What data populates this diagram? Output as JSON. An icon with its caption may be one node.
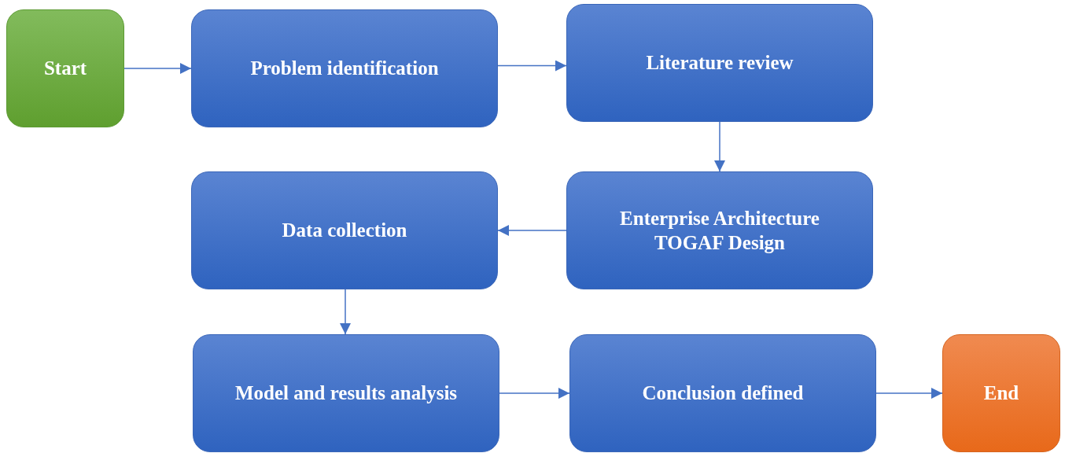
{
  "diagram": {
    "nodes": [
      {
        "text": [
          "Start"
        ]
      },
      {
        "text": [
          "Problem identification"
        ]
      },
      {
        "text": [
          "Literature review"
        ]
      },
      {
        "text": [
          "Enterprise Architecture TOGAF Design"
        ]
      },
      {
        "text": [
          "Data collection"
        ]
      },
      {
        "text": [
          "Model and results analysis"
        ]
      },
      {
        "text": [
          "Conclusion defined"
        ]
      },
      {
        "text": [
          "End"
        ]
      }
    ],
    "edges": [
      {
        "from": 0,
        "to": 1,
        "arrow": "to"
      },
      {
        "from": 1,
        "to": 2,
        "arrow": "to"
      },
      {
        "from": 2,
        "to": 3,
        "arrow": "to"
      },
      {
        "from": 3,
        "to": 4,
        "arrow": "to"
      },
      {
        "from": 4,
        "to": 5,
        "arrow": "to"
      },
      {
        "from": 5,
        "to": 6,
        "arrow": "to"
      },
      {
        "from": 6,
        "to": 7,
        "arrow": "to"
      }
    ]
  }
}
